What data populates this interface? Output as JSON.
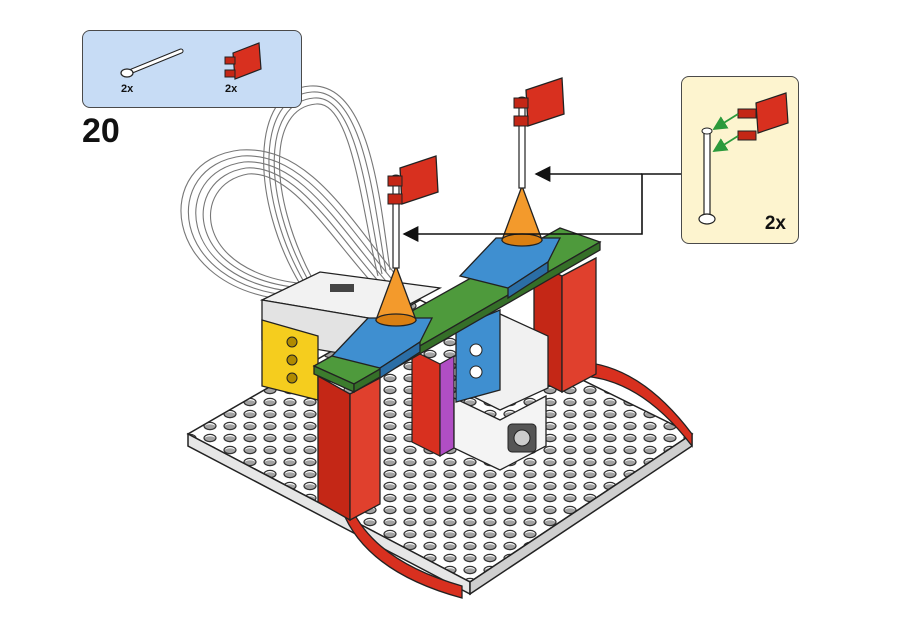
{
  "step": {
    "number": "20"
  },
  "parts_list": {
    "items": [
      {
        "name": "antenna-rod",
        "qty": "2x"
      },
      {
        "name": "flag",
        "qty": "2x"
      }
    ]
  },
  "callout": {
    "qty": "2x"
  },
  "colors": {
    "red": "#d8301f",
    "blue": "#3f8fd0",
    "orange": "#f39a2c",
    "green": "#4e9a3c",
    "yellow": "#f5cd1e",
    "purple": "#b04ec4",
    "white": "#ffffff",
    "parts_bg": "#c7dcf5",
    "callout_bg": "#fdf4cf",
    "arrow": "#111111",
    "green_arrow": "#2c9a3c"
  }
}
